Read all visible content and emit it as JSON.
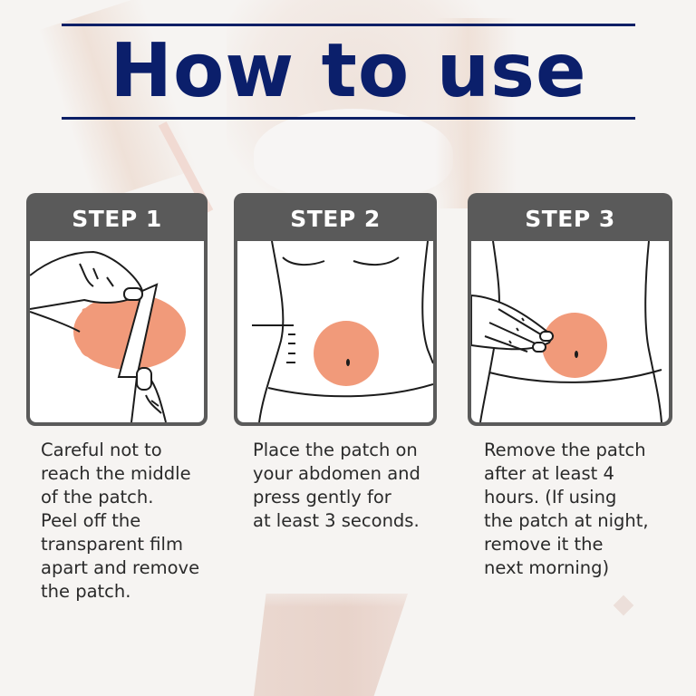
{
  "title": "How to use",
  "colors": {
    "title": "#0b1f6b",
    "rule": "#0c1f66",
    "card_header": "#5a5a5a",
    "patch": "#f19a7a",
    "text": "#2a2a2a",
    "background": "#f6f4f2"
  },
  "steps": [
    {
      "label": "STEP 1",
      "illustration": "hands-peeling-film-off-patch",
      "description": "Careful not to\nreach the middle\nof the patch.\nPeel off the\ntransparent film\napart and remove\nthe patch."
    },
    {
      "label": "STEP 2",
      "illustration": "patch-on-abdomen",
      "description": "Place the patch on\nyour abdomen and\npress gently for\nat least 3 seconds."
    },
    {
      "label": "STEP 3",
      "illustration": "hand-removing-patch-from-abdomen",
      "description": "Remove the patch\nafter at least 4\nhours. (If using\nthe patch at night,\nremove it the\nnext morning)"
    }
  ]
}
